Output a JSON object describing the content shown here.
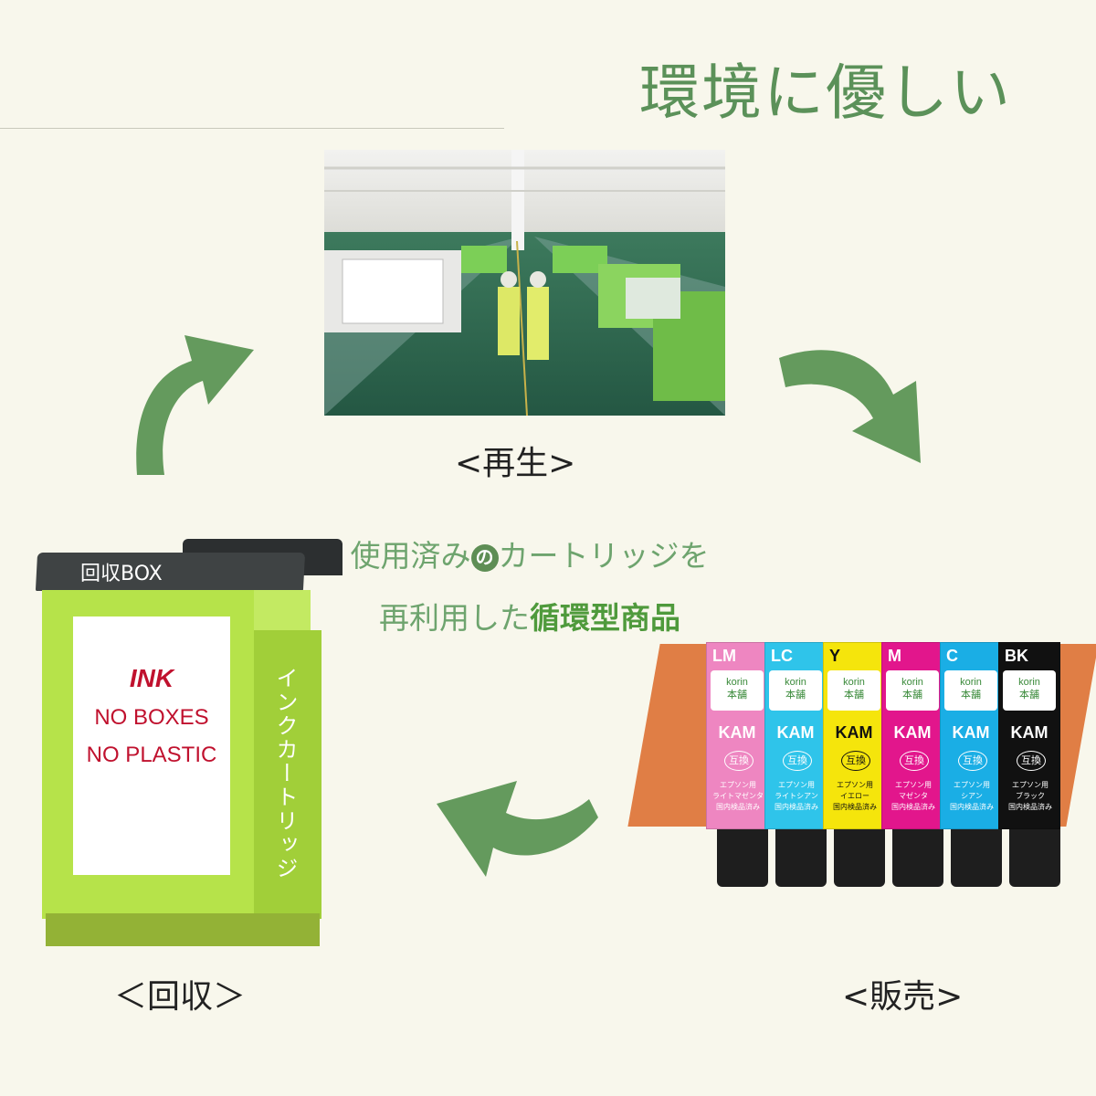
{
  "title": "環境に優しい",
  "stages": {
    "regenerate": "<再生>",
    "collect": "＜回収＞",
    "sell": "<販売>"
  },
  "caption": {
    "line1_part1": "使用済み",
    "line1_no": "の",
    "line1_part2": "カートリッジを",
    "line2_part1": "再利用した",
    "line2_strong": "循環型商品"
  },
  "recycle_box": {
    "lid_label": "回収BOX",
    "sign_ink": "INK",
    "sign_no_boxes": "NO BOXES",
    "sign_no_plastic": "NO PLASTIC",
    "side_text": "インクカートリッジ"
  },
  "cartridges": [
    {
      "code": "LM",
      "brand": "korin",
      "sub": "本舗",
      "model": "KAM",
      "compat": "互換",
      "desc": "エプソン用\nライトマゼンタ\n国内検品済み",
      "color": "#ee86c1",
      "text_color": "#ffffff"
    },
    {
      "code": "LC",
      "brand": "korin",
      "sub": "本舗",
      "model": "KAM",
      "compat": "互換",
      "desc": "エプソン用\nライトシアン\n国内検品済み",
      "color": "#2fc4ea",
      "text_color": "#ffffff"
    },
    {
      "code": "Y",
      "brand": "korin",
      "sub": "本舗",
      "model": "KAM",
      "compat": "互換",
      "desc": "エプソン用\nイエロー\n国内検品済み",
      "color": "#f5e50c",
      "text_color": "#111111"
    },
    {
      "code": "M",
      "brand": "korin",
      "sub": "本舗",
      "model": "KAM",
      "compat": "互換",
      "desc": "エプソン用\nマゼンタ\n国内検品済み",
      "color": "#e2168c",
      "text_color": "#ffffff"
    },
    {
      "code": "C",
      "brand": "korin",
      "sub": "本舗",
      "model": "KAM",
      "compat": "互換",
      "desc": "エプソン用\nシアン\n国内検品済み",
      "color": "#1aaee5",
      "text_color": "#ffffff"
    },
    {
      "code": "BK",
      "brand": "korin",
      "sub": "本舗",
      "model": "KAM",
      "compat": "互換",
      "desc": "エプソン用\nブラック\n国内検品済み",
      "color": "#111111",
      "text_color": "#ffffff"
    }
  ],
  "colors": {
    "background": "#f8f7ec",
    "title": "#5b9159",
    "arrow": "#649a5d",
    "caption": "#6ea46e",
    "caption_strong": "#4f9a3c",
    "box_green": "#b6e34a",
    "sign_red": "#c0112e"
  },
  "icons": {
    "arrow_up": "curved-arrow-up-right",
    "arrow_down": "curved-arrow-down-right",
    "arrow_left": "curved-arrow-left"
  }
}
